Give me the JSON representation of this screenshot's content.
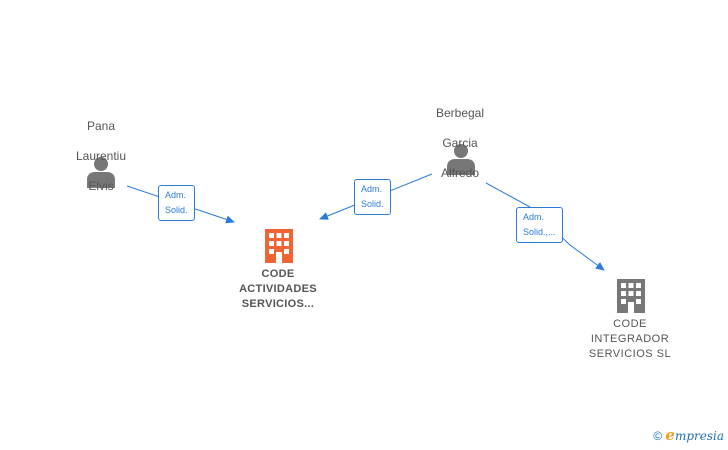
{
  "people": [
    {
      "id": "pana",
      "name_lines": [
        "Pana",
        "Laurentiu",
        "Elvis"
      ]
    },
    {
      "id": "berbegal",
      "name_lines": [
        "Berbegal",
        "Garcia",
        "Alfredo"
      ]
    }
  ],
  "companies": [
    {
      "id": "code-actividades",
      "name_lines": [
        "CODE",
        "ACTIVIDADES",
        "SERVICIOS..."
      ],
      "color": "#f06434"
    },
    {
      "id": "code-integrador",
      "name_lines": [
        "CODE",
        "INTEGRADOR",
        "SERVICIOS  SL"
      ],
      "color": "#777777"
    }
  ],
  "edges": [
    {
      "from": "pana",
      "to": "code-actividades",
      "label_lines": [
        "Adm.",
        "Solid."
      ]
    },
    {
      "from": "berbegal",
      "to": "code-actividades",
      "label_lines": [
        "Adm.",
        "Solid."
      ]
    },
    {
      "from": "berbegal",
      "to": "code-integrador",
      "label_lines": [
        "Adm.",
        "Solid.,..."
      ]
    }
  ],
  "colors": {
    "edge": "#2b7bd8",
    "person_icon": "#777777"
  },
  "footer": {
    "copyright_symbol": "©",
    "brand_initial": "e",
    "brand_rest": "mpresia"
  }
}
